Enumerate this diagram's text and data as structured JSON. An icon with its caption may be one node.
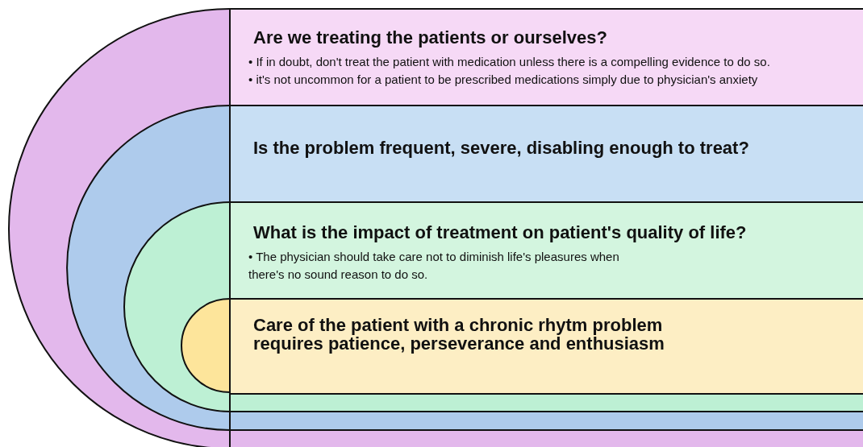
{
  "diagram": {
    "nodes": [
      {
        "text": [
          "Are we treating the patients or ourselves?",
          "• If in doubt, don't treat the patient with medication unless there is a compelling evidence to do so.",
          "• it's not uncommon for a patient to be prescribed medications simply due to physician's anxiety"
        ]
      },
      {
        "text": [
          "Is the problem frequent, severe, disabling enough to treat?"
        ],
        "in": 0
      },
      {
        "text": [
          "What is the impact of treatment on patient's quality of life?",
          "• The physician should take care not to diminish life's pleasures when there's no sound reason to do so."
        ],
        "in": 1
      },
      {
        "text": [
          "Care of the patient with a chronic rhytm problem requires patience, perseverance and enthusiasm"
        ],
        "in": 2
      }
    ]
  }
}
